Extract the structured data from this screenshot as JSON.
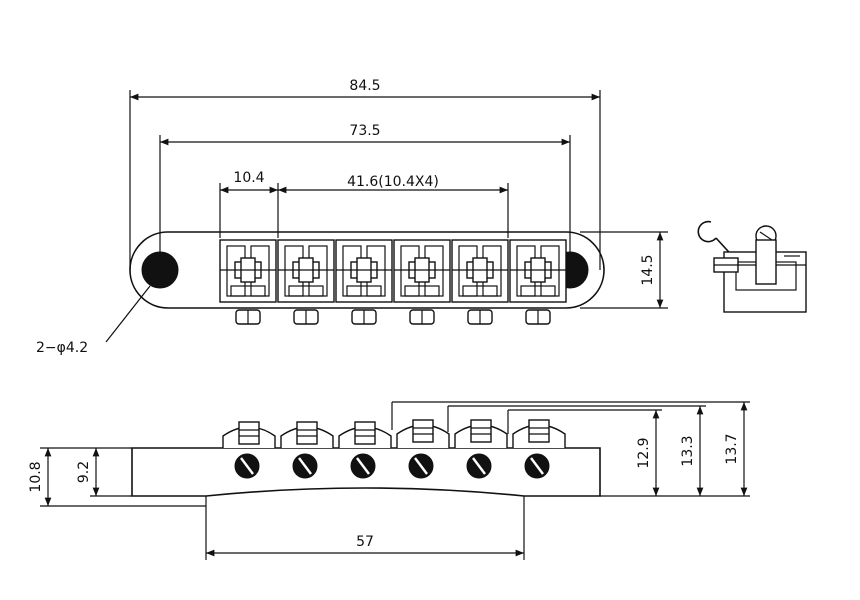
{
  "dimensions": {
    "overall_length": "84.5",
    "post_spacing": "73.5",
    "string_spacing": "10.4",
    "total_spacing": "41.6(10.4X4)",
    "base_depth": "14.5",
    "mount_holes": "2−φ4.2",
    "side_outer_height": "10.8",
    "side_inner_height": "9.2",
    "height_low": "12.9",
    "height_mid": "13.3",
    "height_high": "13.7",
    "bottom_width": "57"
  },
  "saddle_count": 6,
  "icons": {
    "mount_hole": "filled-circle",
    "saddle": "saddle-block",
    "screw": "slotted-screw-head",
    "retainer": "retaining-clip"
  }
}
